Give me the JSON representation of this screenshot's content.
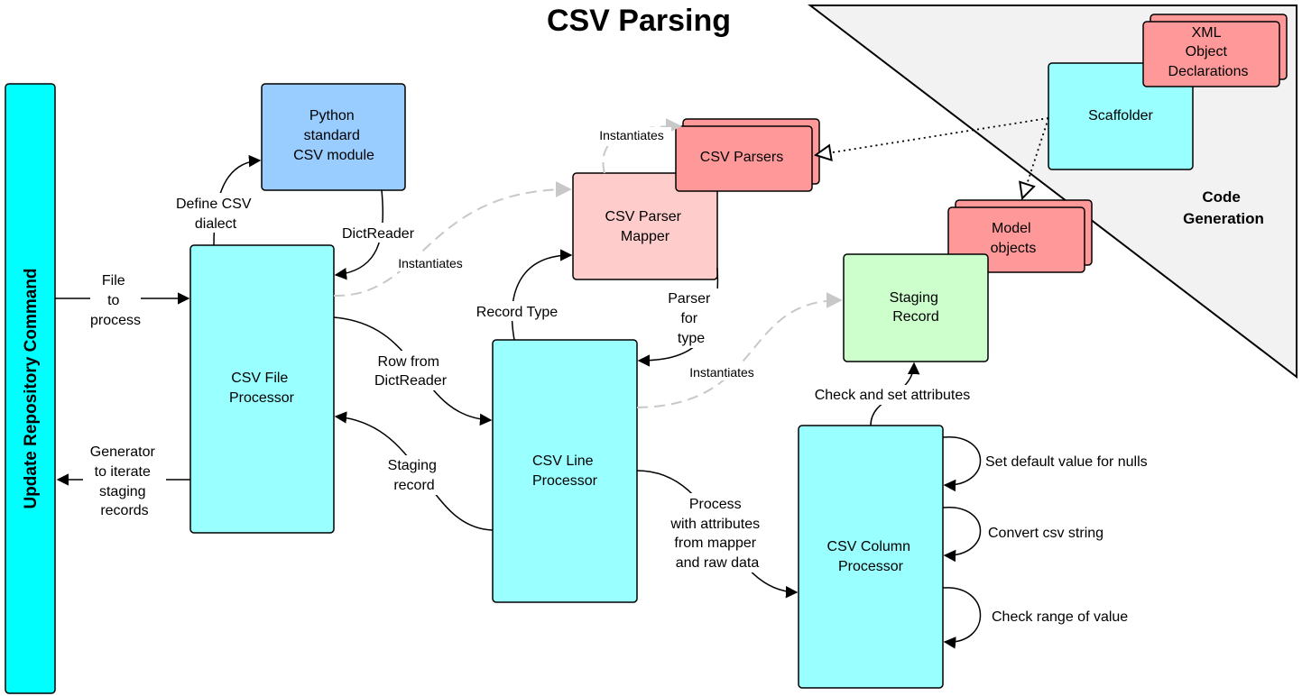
{
  "title": "CSV Parsing",
  "colors": {
    "cyan": "#99ffff",
    "cyan_bright": "#00ffff",
    "blue": "#99ccff",
    "pink_light": "#ffcccc",
    "pink": "#ff9999",
    "green": "#ccffcc",
    "panel": "#f2f2f2",
    "stroke": "#000000",
    "dashed": "#bbbbbb"
  },
  "nodes": {
    "update_command": "Update Repository Command",
    "python_csv": [
      "Python",
      "standard",
      "CSV module"
    ],
    "file_processor": [
      "CSV File",
      "Processor"
    ],
    "line_processor": [
      "CSV Line",
      "Processor"
    ],
    "parser_mapper": [
      "CSV Parser",
      "Mapper"
    ],
    "csv_parsers": [
      "CSV Parsers"
    ],
    "model_objects": [
      "Model",
      "objects"
    ],
    "staging_record": [
      "Staging",
      "Record"
    ],
    "column_processor": [
      "CSV Column",
      "Processor"
    ],
    "scaffolder": [
      "Scaffolder"
    ],
    "xml_declarations": [
      "XML",
      "Object",
      "Declarations"
    ],
    "code_generation": [
      "Code",
      "Generation"
    ]
  },
  "edges": {
    "file_to_process": [
      "File",
      "to",
      "process"
    ],
    "generator": [
      "Generator",
      "to iterate",
      "staging",
      "records"
    ],
    "define_dialect": [
      "Define CSV",
      "dialect"
    ],
    "dictreader": [
      "DictReader"
    ],
    "instantiates_mapper": [
      "Instantiates"
    ],
    "instantiates_parsers": [
      "Instantiates"
    ],
    "instantiates_staging": [
      "Instantiates"
    ],
    "row_from": [
      "Row from",
      "DictReader"
    ],
    "staging_record_back": [
      "Staging",
      "record"
    ],
    "record_type": [
      "Record Type"
    ],
    "parser_for_type": [
      "Parser",
      "for",
      "type"
    ],
    "process_attrs": [
      "Process",
      "with attributes",
      "from mapper",
      "and raw data"
    ],
    "check_set": [
      "Check and set attributes"
    ],
    "set_default": [
      "Set default value for nulls"
    ],
    "convert": [
      "Convert csv string"
    ],
    "check_range": [
      "Check range of value"
    ]
  }
}
